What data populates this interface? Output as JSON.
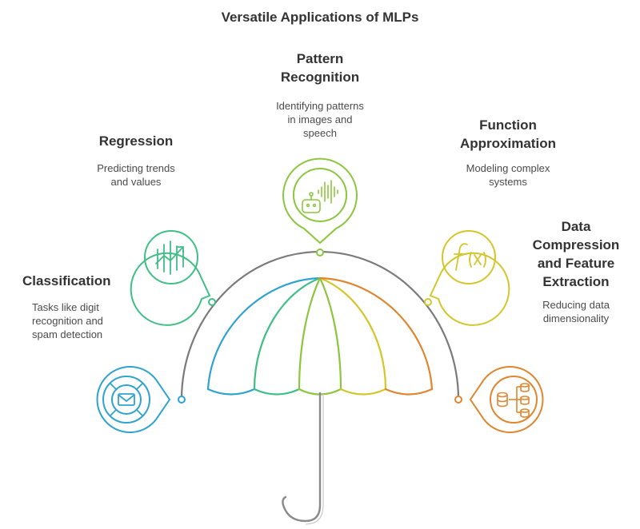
{
  "title": "Versatile Applications of MLPs",
  "colors": {
    "classification": "#2ea3cf",
    "regression": "#3fbf86",
    "pattern": "#8cc63f",
    "function": "#d4c62a",
    "compression": "#e0862e",
    "arc": "#7a7a7a"
  },
  "items": [
    {
      "heading": "Classification",
      "description_lines": [
        "Tasks like digit",
        "recognition and",
        "spam detection"
      ],
      "icon": "envelope-target-icon"
    },
    {
      "heading": "Regression",
      "description_lines": [
        "Predicting trends",
        "and values"
      ],
      "icon": "trend-chart-icon"
    },
    {
      "heading_lines": [
        "Pattern",
        "Recognition"
      ],
      "description_lines": [
        "Identifying patterns",
        "in images and",
        "speech"
      ],
      "icon": "robot-soundwave-icon"
    },
    {
      "heading_lines": [
        "Function",
        "Approximation"
      ],
      "description_lines": [
        "Modeling complex",
        "systems"
      ],
      "icon": "function-fx-icon"
    },
    {
      "heading_lines": [
        "Data",
        "Compression",
        "and Feature",
        "Extraction"
      ],
      "description_lines": [
        "Reducing data",
        "dimensionality"
      ],
      "icon": "database-tree-icon"
    }
  ]
}
